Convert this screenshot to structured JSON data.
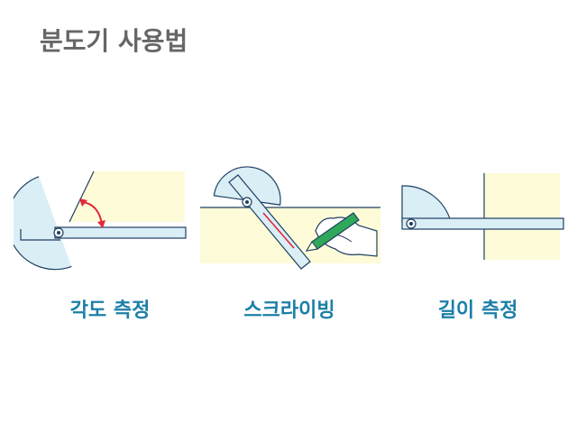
{
  "title": "분도기 사용법",
  "colors": {
    "title": "#666666",
    "caption": "#1c7fa6",
    "protractor_fill": "#daeef6",
    "workpiece_fill": "#fdfbd8",
    "outline": "#1f3f63",
    "arrow": "#e0283a",
    "pencil": "#2fa85a"
  },
  "panels": [
    {
      "caption": "각도 측정",
      "icons": [
        "protractor-icon",
        "ruler-arm-icon",
        "angle-arrow-icon"
      ]
    },
    {
      "caption": "스크라이빙",
      "icons": [
        "protractor-icon",
        "ruler-arm-icon",
        "hand-icon",
        "pencil-icon"
      ]
    },
    {
      "caption": "길이 측정",
      "icons": [
        "protractor-icon",
        "ruler-arm-icon"
      ]
    }
  ]
}
